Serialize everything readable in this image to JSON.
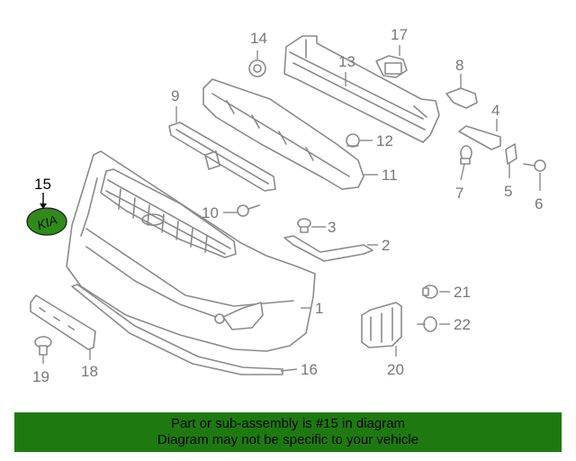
{
  "diagram": {
    "highlighted_part": "15",
    "emblem_text": "KIA",
    "callouts": {
      "c1": "1",
      "c2": "2",
      "c3": "3",
      "c4": "4",
      "c5": "5",
      "c6": "6",
      "c7": "7",
      "c8": "8",
      "c9": "9",
      "c10": "10",
      "c11": "11",
      "c12": "12",
      "c13": "13",
      "c14": "14",
      "c15": "15",
      "c16": "16",
      "c17": "17",
      "c18": "18",
      "c19": "19",
      "c20": "20",
      "c21": "21",
      "c22": "22"
    }
  },
  "footer": {
    "line1": "Part or sub-assembly is #15 in diagram",
    "line2": "Diagram may not be specific to your vehicle"
  },
  "colors": {
    "highlight_fill": "#2f8a1a",
    "footer_bg": "#1e7a10",
    "part_stroke": "#8a8a8a"
  }
}
